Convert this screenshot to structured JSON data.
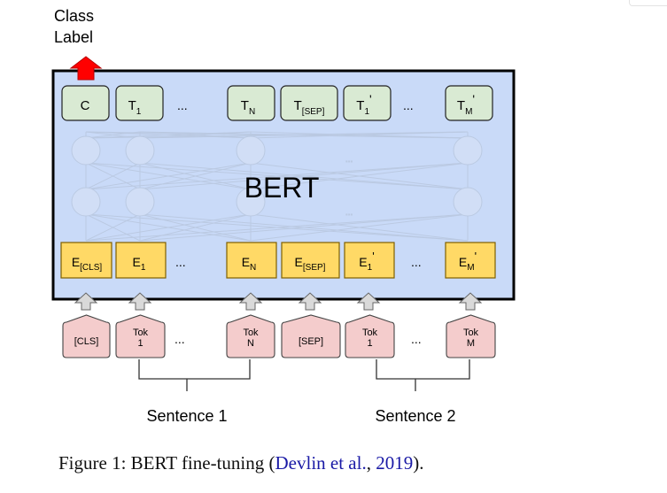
{
  "class_label": [
    "Class",
    "Label"
  ],
  "model_name": "BERT",
  "top_tokens": [
    {
      "id": "c",
      "main": "C",
      "sub": "",
      "sup": ""
    },
    {
      "id": "t1",
      "main": "T",
      "sub": "1",
      "sup": ""
    },
    {
      "id": "tn",
      "main": "T",
      "sub": "N",
      "sup": ""
    },
    {
      "id": "tsep",
      "main": "T",
      "sub": "[SEP]",
      "sup": ""
    },
    {
      "id": "t1p",
      "main": "T",
      "sub": "1",
      "sup": "'"
    },
    {
      "id": "tmp",
      "main": "T",
      "sub": "M",
      "sup": "'"
    }
  ],
  "embeddings": [
    {
      "id": "ecls",
      "main": "E",
      "sub": "[CLS]",
      "sup": ""
    },
    {
      "id": "e1",
      "main": "E",
      "sub": "1",
      "sup": ""
    },
    {
      "id": "en",
      "main": "E",
      "sub": "N",
      "sup": ""
    },
    {
      "id": "esep",
      "main": "E",
      "sub": "[SEP]",
      "sup": ""
    },
    {
      "id": "e1p",
      "main": "E",
      "sub": "1",
      "sup": "'"
    },
    {
      "id": "emp",
      "main": "E",
      "sub": "M",
      "sup": "'"
    }
  ],
  "input_tokens": [
    {
      "id": "cls",
      "lines": [
        "[CLS]"
      ]
    },
    {
      "id": "tok1",
      "lines": [
        "Tok",
        "1"
      ]
    },
    {
      "id": "tokn",
      "lines": [
        "Tok",
        "N"
      ]
    },
    {
      "id": "sep",
      "lines": [
        "[SEP]"
      ]
    },
    {
      "id": "tok1p",
      "lines": [
        "Tok",
        "1"
      ]
    },
    {
      "id": "tokm",
      "lines": [
        "Tok",
        "M"
      ]
    }
  ],
  "ellipsis": "...",
  "inner_ellipsis": "...",
  "sentence_1": "Sentence 1",
  "sentence_2": "Sentence 2",
  "caption": {
    "prefix": "Figure 1: BERT fine-tuning (",
    "cite_authors": "Devlin et al.",
    "separator": ", ",
    "cite_year": "2019",
    "suffix": ")."
  },
  "colors": {
    "bert_fill": "#c9daf8",
    "top_token_fill": "#d9ead3",
    "embedding_fill": "#ffd966",
    "input_fill": "#f4cccc",
    "class_arrow": "#ff0000",
    "up_arrow": "#d9d9d9",
    "citation": "#1a1aa6"
  }
}
